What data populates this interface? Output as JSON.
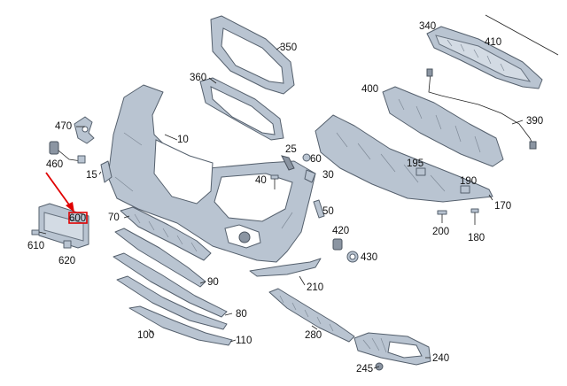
{
  "callouts": {
    "c10": "10",
    "c15": "15",
    "c25": "25",
    "c30": "30",
    "c40": "40",
    "c50": "50",
    "c60": "60",
    "c70": "70",
    "c80": "80",
    "c90": "90",
    "c100": "100",
    "c110": "110",
    "c170": "170",
    "c180": "180",
    "c190": "190",
    "c195": "195",
    "c200": "200",
    "c210": "210",
    "c240": "240",
    "c245": "245",
    "c280": "280",
    "c340": "340",
    "c350": "350",
    "c360": "360",
    "c390": "390",
    "c400": "400",
    "c410": "410",
    "c420": "420",
    "c430": "430",
    "c460": "460",
    "c470": "470",
    "c600": "600",
    "c610": "610",
    "c620": "620"
  },
  "highlight": {
    "part": "600",
    "color": "#e00000"
  },
  "colors": {
    "part_fill": "#b9c4d1",
    "part_stroke": "#55606d"
  }
}
